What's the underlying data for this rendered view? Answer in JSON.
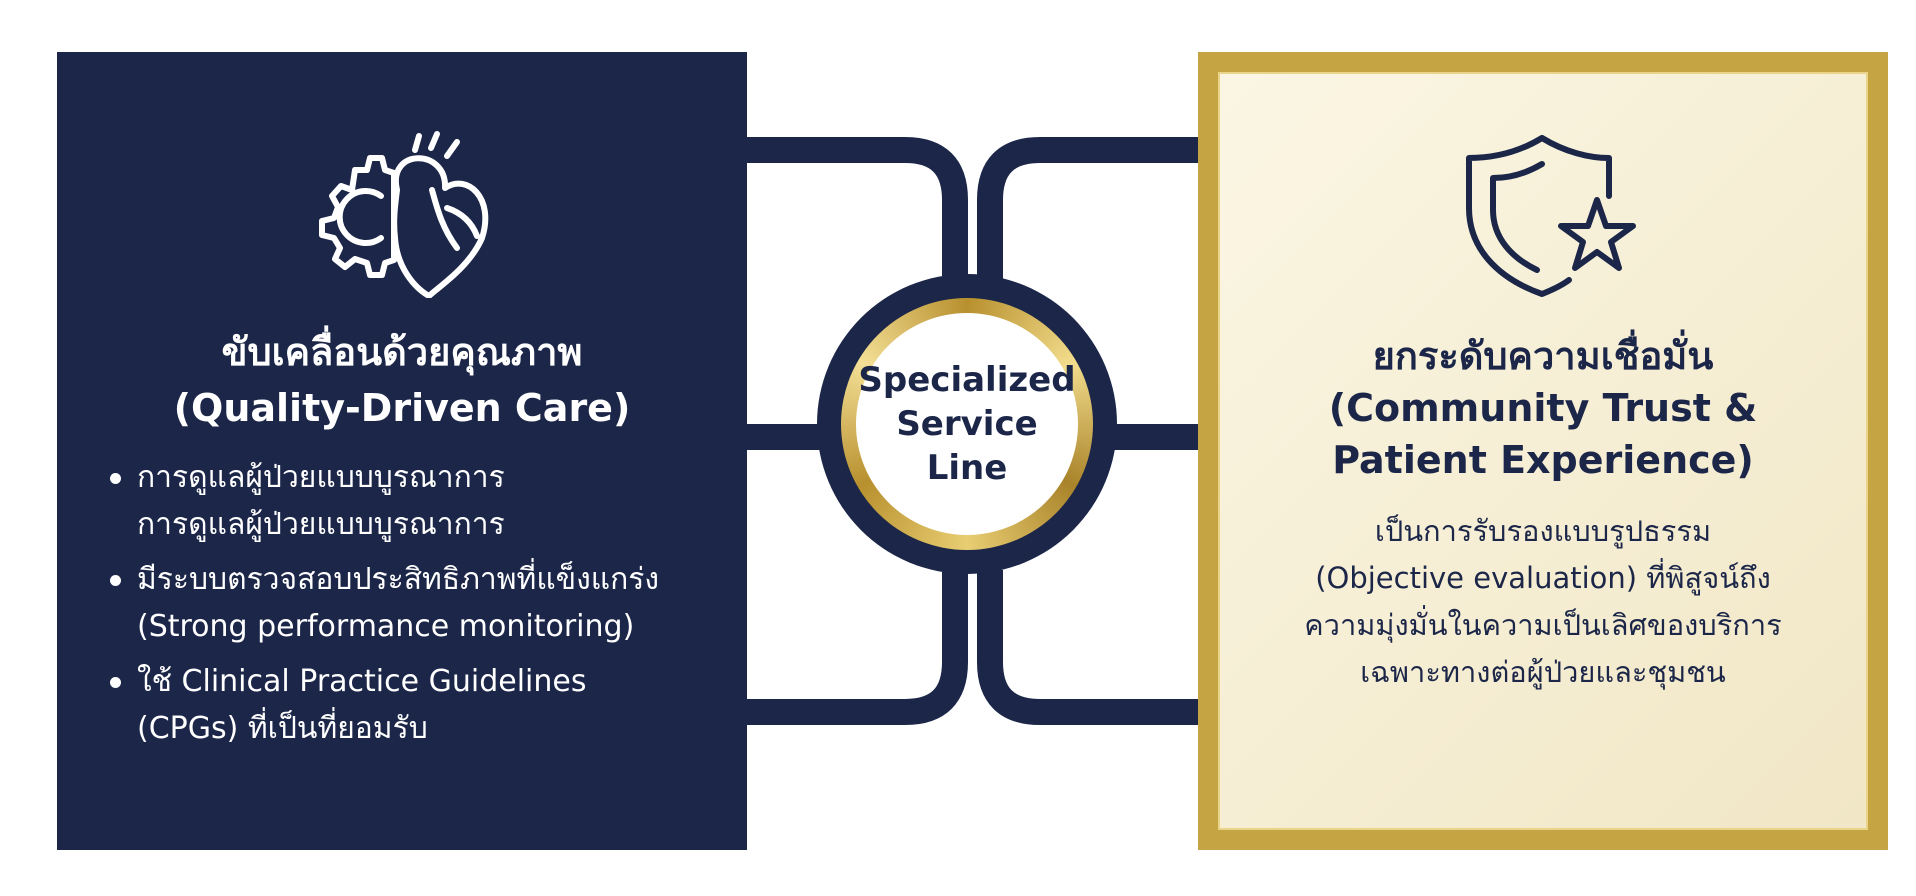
{
  "left_panel": {
    "title_thai": "ขับเคลื่อนด้วยคุณภาพ",
    "title_english": "(Quality-Driven Care)",
    "bullets": [
      {
        "line1": "การดูแลผู้ป่วยแบบบูรณาการ",
        "line2": "การดูแลผู้ป่วยแบบบูรณาการ"
      },
      {
        "line1": "มีระบบตรวจสอบประสิทธิภาพที่แข็งแกร่ง",
        "line2": "(Strong performance monitoring)"
      },
      {
        "line1": "ใช้ Clinical Practice Guidelines",
        "line2": "(CPGs) ที่เป็นที่ยอมรับ"
      }
    ],
    "icon": "gear-heart-icon"
  },
  "center_hub": {
    "line1": "Specialized",
    "line2": "Service Line"
  },
  "right_panel": {
    "title_thai": "ยกระดับความเชื่อมั่น",
    "title_english_line1": "(Community Trust &",
    "title_english_line2": "Patient Experience)",
    "description": [
      "เป็นการรับรองแบบรูปธรรม",
      "(Objective evaluation) ที่พิสูจน์ถึง",
      "ความมุ่งมั่นในความเป็นเลิศของบริการ",
      "เฉพาะทางต่อผู้ป่วยและชุมชน"
    ],
    "icon": "shield-star-icon"
  },
  "colors": {
    "navy": "#1b2648",
    "gold": "#c5a443",
    "cream": "#f6efd6",
    "white": "#ffffff"
  }
}
